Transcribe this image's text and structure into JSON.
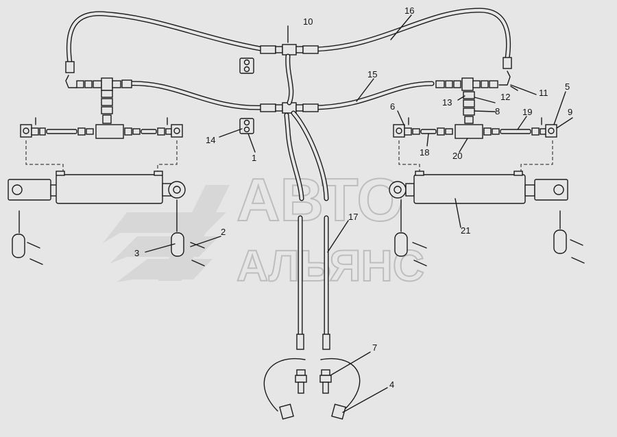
{
  "watermark": {
    "line1": "АВТО",
    "line2": "АЛЬЯНС"
  },
  "callouts": [
    {
      "id": "c1",
      "text": "1"
    },
    {
      "id": "c2",
      "text": "2"
    },
    {
      "id": "c3",
      "text": "3"
    },
    {
      "id": "c4",
      "text": "4"
    },
    {
      "id": "c5",
      "text": "5"
    },
    {
      "id": "c6",
      "text": "6"
    },
    {
      "id": "c7",
      "text": "7"
    },
    {
      "id": "c8",
      "text": "8"
    },
    {
      "id": "c9",
      "text": "9"
    },
    {
      "id": "c10",
      "text": "10"
    },
    {
      "id": "c11",
      "text": "11"
    },
    {
      "id": "c12",
      "text": "12"
    },
    {
      "id": "c13",
      "text": "13"
    },
    {
      "id": "c14",
      "text": "14"
    },
    {
      "id": "c15",
      "text": "15"
    },
    {
      "id": "c16",
      "text": "16"
    },
    {
      "id": "c17",
      "text": "17"
    },
    {
      "id": "c18",
      "text": "18"
    },
    {
      "id": "c19",
      "text": "19"
    },
    {
      "id": "c20",
      "text": "20"
    },
    {
      "id": "c21",
      "text": "21"
    }
  ]
}
